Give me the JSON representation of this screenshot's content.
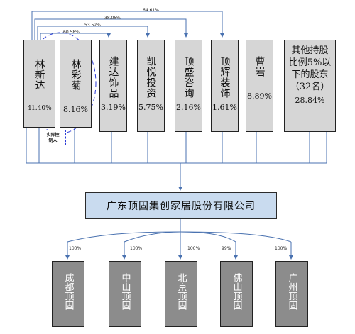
{
  "shareholders": [
    {
      "id": "lin-xinda",
      "name": "林新达",
      "pct": "41.40%"
    },
    {
      "id": "lin-caiju",
      "name": "林彩菊",
      "pct": "8.16%"
    },
    {
      "id": "jianda",
      "name": "建达饰品",
      "pct": "3.19%"
    },
    {
      "id": "kaiyue",
      "name": "凯悦投资",
      "pct": "5.75%"
    },
    {
      "id": "dingsheng",
      "name": "顶盛咨询",
      "pct": "2.16%"
    },
    {
      "id": "dinghui",
      "name": "顶辉装饰",
      "pct": "1.61%"
    },
    {
      "id": "cao-yan",
      "name": "曹岩",
      "pct": "8.89%"
    },
    {
      "id": "others",
      "name": "其他持股比例5%以下的股东（32名）",
      "pct": "28.84%"
    }
  ],
  "others_lines": [
    "其他持股",
    "比例5%以",
    "下的股东",
    "（32名）"
  ],
  "control_labels": [
    "64.61%",
    "38.05%",
    "53.52%",
    "60.58%"
  ],
  "controller_label": "实际控制人",
  "controller_lines": [
    "实际控",
    "制人"
  ],
  "company": "广东顶固集创家居股份有限公司",
  "subsidiaries": [
    {
      "id": "chengdu",
      "name": "成都顶固",
      "pct": "100%"
    },
    {
      "id": "zhongshan",
      "name": "中山顶固",
      "pct": "100%"
    },
    {
      "id": "beijing",
      "name": "北京顶固",
      "pct": "100%"
    },
    {
      "id": "foshan",
      "name": "佛山顶固",
      "pct": "99%"
    },
    {
      "id": "guangzhou",
      "name": "广州顶固",
      "pct": "100%"
    }
  ],
  "colors": {
    "line": "#4a72b0",
    "box": "#d6d6d6",
    "sub_box": "#8c8c8c",
    "company": "#c9dbef",
    "dash": "#2c3bd6"
  }
}
